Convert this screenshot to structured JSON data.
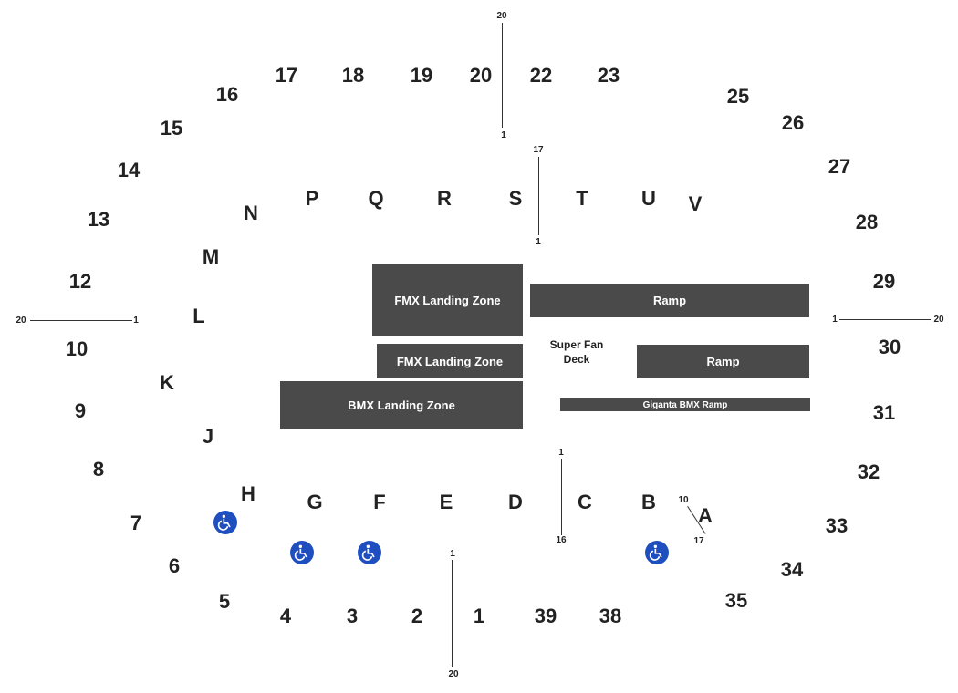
{
  "colors": {
    "zone": "#4a4a4a",
    "zone_text": "#ffffff",
    "accessible": "#1f4fbf",
    "text": "#222222"
  },
  "upper_sections": [
    "1",
    "2",
    "3",
    "4",
    "5",
    "6",
    "7",
    "8",
    "9",
    "10",
    "12",
    "13",
    "14",
    "15",
    "16",
    "17",
    "18",
    "19",
    "20",
    "22",
    "23",
    "25",
    "26",
    "27",
    "28",
    "29",
    "30",
    "31",
    "32",
    "33",
    "34",
    "35",
    "38",
    "39"
  ],
  "lower_sections": [
    "A",
    "B",
    "C",
    "D",
    "E",
    "F",
    "G",
    "H",
    "J",
    "K",
    "L",
    "M",
    "N",
    "P",
    "Q",
    "R",
    "S",
    "T",
    "U",
    "V"
  ],
  "zones": {
    "fmx_top": "FMX Landing Zone",
    "fmx_bottom": "FMX Landing Zone",
    "bmx": "BMX Landing Zone",
    "ramp_top": "Ramp",
    "ramp_bottom": "Ramp",
    "giganta": "Giganta BMX Ramp"
  },
  "super_fan_deck": [
    "Super Fan",
    "Deck"
  ],
  "row_markers": {
    "top_start": "20",
    "top_end": "1",
    "s_start": "17",
    "s_end": "1",
    "left_start": "20",
    "left_end": "1",
    "right_start": "1",
    "right_end": "20",
    "bottom_start": "1",
    "bottom_end": "20",
    "d_start": "1",
    "d_end": "16",
    "a_start": "10",
    "a_end": "17"
  },
  "accessible_icon": "wheelchair-icon"
}
